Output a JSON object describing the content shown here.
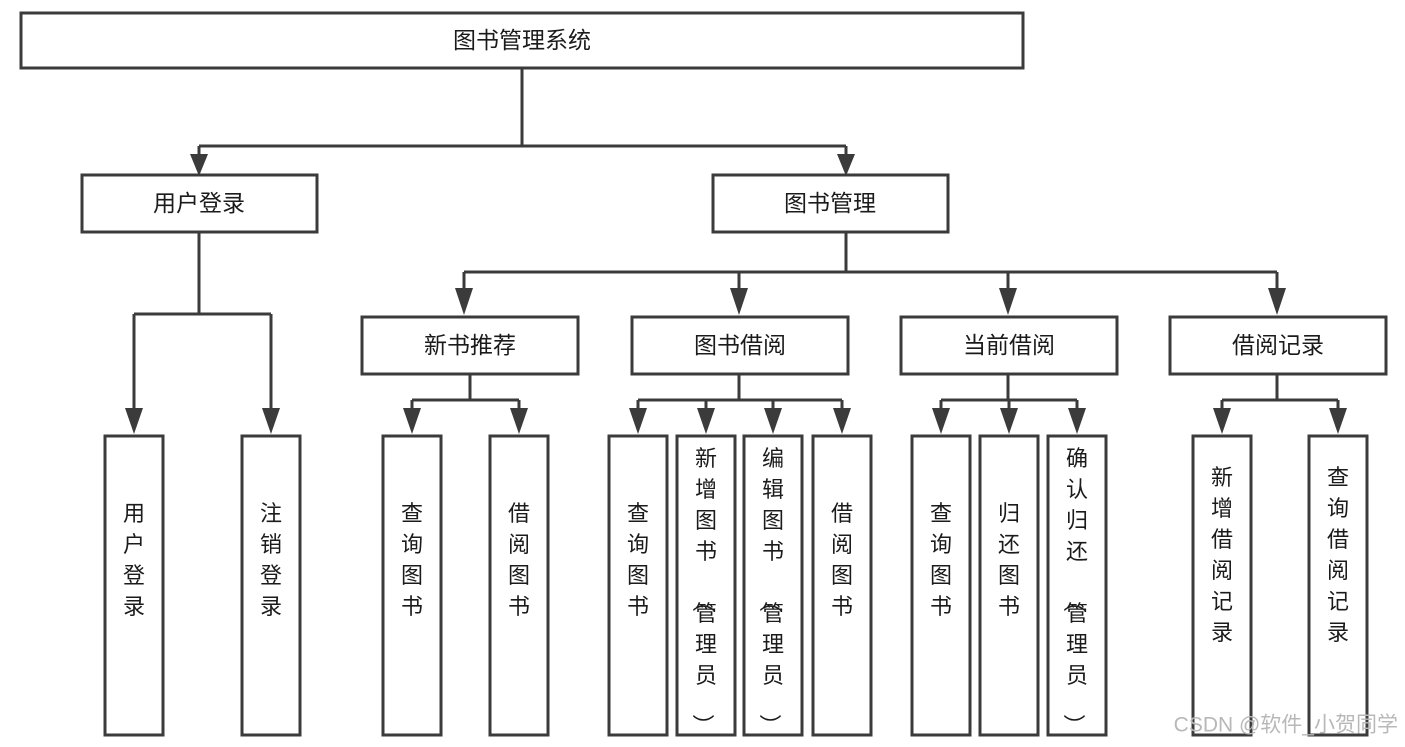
{
  "diagram": {
    "type": "tree",
    "title": "图书管理系统",
    "style": {
      "box_fill": "#ffffff",
      "box_stroke": "#3b3b3b",
      "text_color": "#1b1b1b",
      "background": "#ffffff",
      "watermark_color": "#b8b8b8"
    },
    "root": {
      "label": "图书管理系统"
    },
    "level2": [
      {
        "label": "用户登录"
      },
      {
        "label": "图书管理"
      }
    ],
    "level3": [
      {
        "label": "新书推荐"
      },
      {
        "label": "图书借阅"
      },
      {
        "label": "当前借阅"
      },
      {
        "label": "借阅记录"
      }
    ],
    "leaves": {
      "user_login": [
        {
          "label": "用户登录"
        },
        {
          "label": "注销登录"
        }
      ],
      "new_book_recommend": [
        {
          "label": "查询图书"
        },
        {
          "label": "借阅图书"
        }
      ],
      "book_borrow": [
        {
          "label": "查询图书"
        },
        {
          "label": "新增图书（管理员）"
        },
        {
          "label": "编辑图书（管理员）"
        },
        {
          "label": "借阅图书"
        }
      ],
      "current_borrow": [
        {
          "label": "查询图书"
        },
        {
          "label": "归还图书"
        },
        {
          "label": "确认归还（管理员）"
        }
      ],
      "borrow_record": [
        {
          "label": "新增借阅记录"
        },
        {
          "label": "查询借阅记录"
        }
      ]
    },
    "watermark": "CSDN @软件_小贺同学"
  }
}
